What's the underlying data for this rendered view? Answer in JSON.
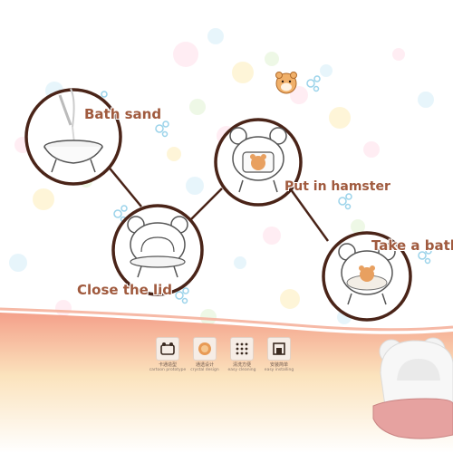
{
  "steps": {
    "step1": "Bath sand",
    "step2": "Put in hamster",
    "step3": "Close the lid",
    "step4": "Take a bath"
  },
  "features": [
    {
      "zh": "卡通造型",
      "en": "cartoon prototype",
      "icon": "cartoon-icon"
    },
    {
      "zh": "通透设计",
      "en": "crystal design",
      "icon": "crystal-icon"
    },
    {
      "zh": "清洗方便",
      "en": "easy cleaning",
      "icon": "cleaning-icon"
    },
    {
      "zh": "安装简单",
      "en": "easy installing",
      "icon": "installing-icon"
    }
  ],
  "colors": {
    "label": "#a05a3e",
    "ring": "#5a2a1c",
    "product_pink": "#e4a0a0",
    "band_top": "#f29f84",
    "band_mid": "#fbe2b8",
    "band_bottom": "#ffffff"
  }
}
